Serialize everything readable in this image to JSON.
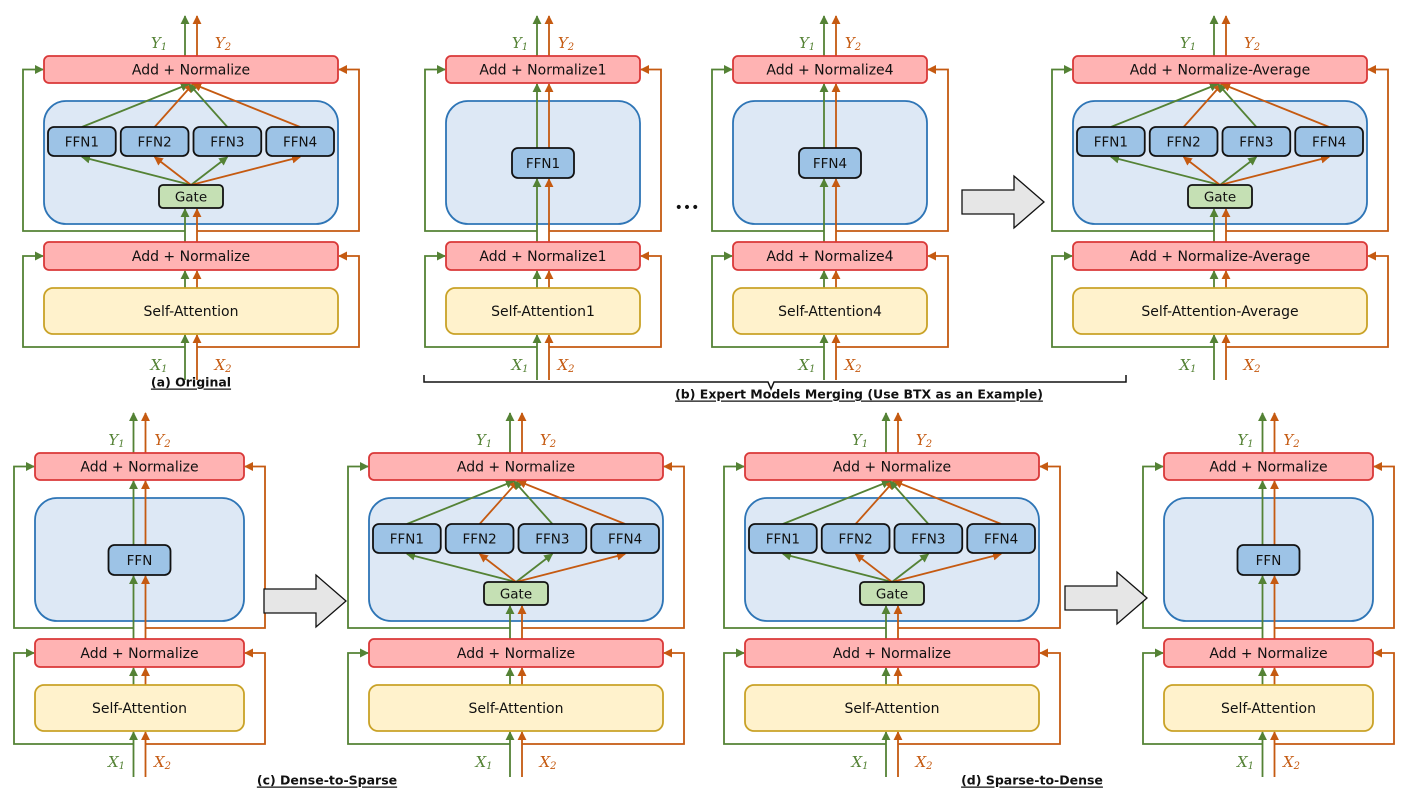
{
  "colors": {
    "green": "#548235",
    "orange": "#c55a11",
    "addnorm_fill": "#ffb3b3",
    "addnorm_stroke": "#d93838",
    "expert_fill": "#dde8f5",
    "expert_stroke": "#2e75b6",
    "ffn_fill": "#9dc3e6",
    "gate_fill": "#c5e0b4",
    "attn_fill": "#fff2cc",
    "attn_stroke": "#c9a227",
    "arrow_fill": "#e6e6e6"
  },
  "labels": {
    "y1": "Y",
    "y2": "Y",
    "x1": "X",
    "x2": "X",
    "sub1": "1",
    "sub2": "2",
    "ellipsis": "•••"
  },
  "panels": [
    {
      "id": "a",
      "type": "moe",
      "addnorm_top": "Add + Normalize",
      "experts": [
        "FFN1",
        "FFN2",
        "FFN3",
        "FFN4"
      ],
      "gate": "Gate",
      "addnorm_bottom": "Add + Normalize",
      "attention": "Self-Attention"
    },
    {
      "id": "b1",
      "type": "dense",
      "addnorm_top": "Add + Normalize1",
      "experts": [
        "FFN1"
      ],
      "addnorm_bottom": "Add + Normalize1",
      "attention": "Self-Attention1"
    },
    {
      "id": "b4",
      "type": "dense",
      "addnorm_top": "Add + Normalize4",
      "experts": [
        "FFN4"
      ],
      "addnorm_bottom": "Add + Normalize4",
      "attention": "Self-Attention4"
    },
    {
      "id": "b-merged",
      "type": "moe",
      "addnorm_top": "Add + Normalize-Average",
      "experts": [
        "FFN1",
        "FFN2",
        "FFN3",
        "FFN4"
      ],
      "gate": "Gate",
      "addnorm_bottom": "Add + Normalize-Average",
      "attention": "Self-Attention-Average"
    },
    {
      "id": "c-dense",
      "type": "dense",
      "addnorm_top": "Add + Normalize",
      "experts": [
        "FFN"
      ],
      "addnorm_bottom": "Add + Normalize",
      "attention": "Self-Attention"
    },
    {
      "id": "c-sparse",
      "type": "moe",
      "addnorm_top": "Add + Normalize",
      "experts": [
        "FFN1",
        "FFN2",
        "FFN3",
        "FFN4"
      ],
      "gate": "Gate",
      "addnorm_bottom": "Add + Normalize",
      "attention": "Self-Attention"
    },
    {
      "id": "d-sparse",
      "type": "moe",
      "addnorm_top": "Add + Normalize",
      "experts": [
        "FFN1",
        "FFN2",
        "FFN3",
        "FFN4"
      ],
      "gate": "Gate",
      "addnorm_bottom": "Add + Normalize",
      "attention": "Self-Attention"
    },
    {
      "id": "d-dense",
      "type": "dense",
      "addnorm_top": "Add + Normalize",
      "experts": [
        "FFN"
      ],
      "addnorm_bottom": "Add + Normalize",
      "attention": "Self-Attention"
    }
  ],
  "captions": {
    "a": "(a) Original",
    "b": "(b) Expert Models Merging (Use BTX as an Example)",
    "c": "(c) Dense-to-Sparse",
    "d": "(d) Sparse-to-Dense"
  }
}
